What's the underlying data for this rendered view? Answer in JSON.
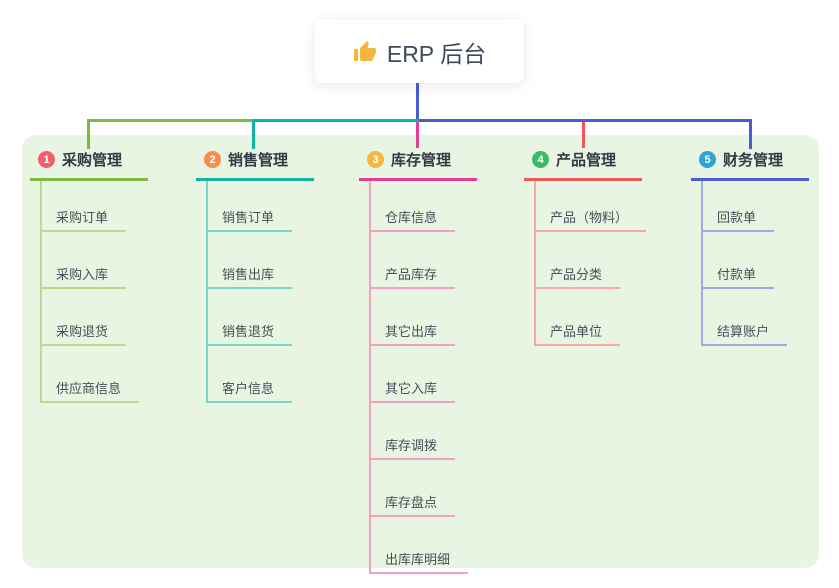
{
  "root": {
    "title": "ERP 后台",
    "icon": "thumbs-up-icon",
    "icon_color": "#f5b63c",
    "connector_color": "#4a5cd0"
  },
  "canvas": {
    "panel_bg": "#e8f5e2",
    "background": "#ffffff"
  },
  "branches": [
    {
      "badge": "1",
      "label": "采购管理",
      "badge_color": "#f25e6e",
      "line_color": "#7cbb41",
      "sub_line_color": "#b7dc8e",
      "items": [
        "采购订单",
        "采购入库",
        "采购退货",
        "供应商信息"
      ]
    },
    {
      "badge": "2",
      "label": "销售管理",
      "badge_color": "#f78d4b",
      "line_color": "#10b5a2",
      "sub_line_color": "#7fd4c6",
      "items": [
        "销售订单",
        "销售出库",
        "销售退货",
        "客户信息"
      ]
    },
    {
      "badge": "3",
      "label": "库存管理",
      "badge_color": "#f5b63c",
      "line_color": "#e23e96",
      "sub_line_color": "#f3a0c6",
      "items": [
        "仓库信息",
        "产品库存",
        "其它出库",
        "其它入库",
        "库存调拨",
        "库存盘点",
        "出库库明细"
      ]
    },
    {
      "badge": "4",
      "label": "产品管理",
      "badge_color": "#3bbb63",
      "line_color": "#f25757",
      "sub_line_color": "#f9a8a5",
      "items": [
        "产品（物料）",
        "产品分类",
        "产品单位"
      ]
    },
    {
      "badge": "5",
      "label": "财务管理",
      "badge_color": "#2ba6dd",
      "line_color": "#4a5cd0",
      "sub_line_color": "#9cabe2",
      "items": [
        "回款单",
        "付款单",
        "结算账户"
      ]
    }
  ]
}
